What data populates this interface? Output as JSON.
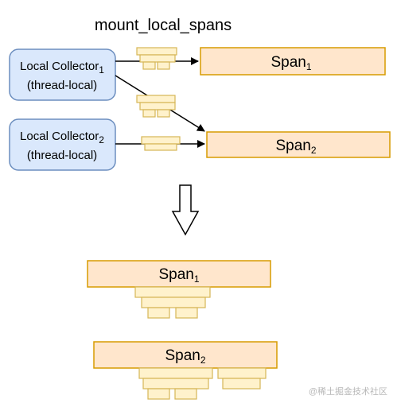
{
  "diagram": {
    "title": "mount_local_spans",
    "collector_1": {
      "name": "Local Collector",
      "sub": "1",
      "scope": "(thread-local)"
    },
    "collector_2": {
      "name": "Local Collector",
      "sub": "2",
      "scope": "(thread-local)"
    },
    "span_1": {
      "name": "Span",
      "sub": "1"
    },
    "span_2": {
      "name": "Span",
      "sub": "2"
    },
    "watermark": "@稀土掘金技术社区"
  },
  "colors": {
    "collector_fill": "#dae8fc",
    "collector_stroke": "#6c8ebf",
    "span_fill": "#ffe6cc",
    "span_stroke": "#d79b00",
    "subspan_fill": "#fff2cc",
    "subspan_stroke": "#d6b656",
    "arrow": "#000000"
  }
}
